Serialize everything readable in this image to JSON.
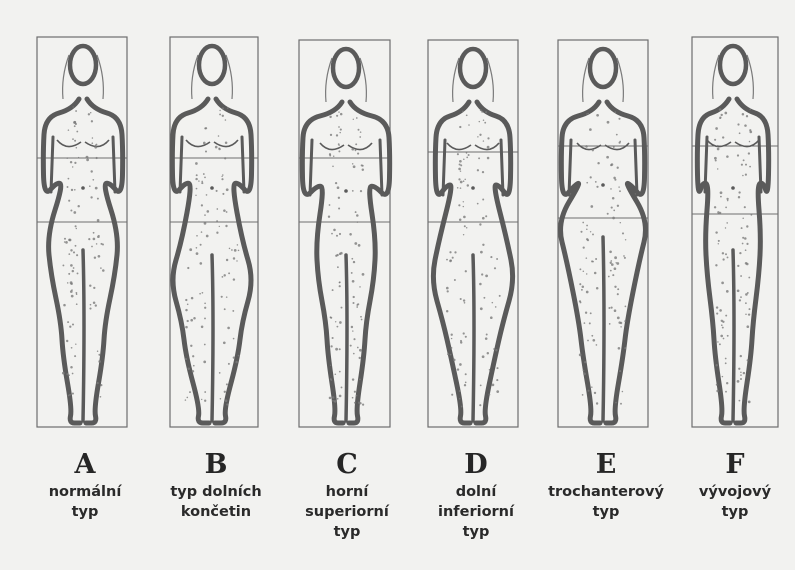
{
  "figures": [
    {
      "letter": "A",
      "caption": "normální\ntyp",
      "type": "normal"
    },
    {
      "letter": "B",
      "caption": "typ dolních\nkončetin",
      "type": "legs"
    },
    {
      "letter": "C",
      "caption": "horní\nsuperiorní\ntyp",
      "type": "upper"
    },
    {
      "letter": "D",
      "caption": "dolní\ninferiorní\ntyp",
      "type": "lower"
    },
    {
      "letter": "E",
      "caption": "trochanterový\ntyp",
      "type": "trochanter"
    },
    {
      "letter": "F",
      "caption": "vývojový\ntyp",
      "type": "developmental"
    }
  ],
  "colors": {
    "outline": "#5a5a5a",
    "frame": "#6e6e6e",
    "dots": "#7a7a7a",
    "background": "#f2f2f0"
  }
}
